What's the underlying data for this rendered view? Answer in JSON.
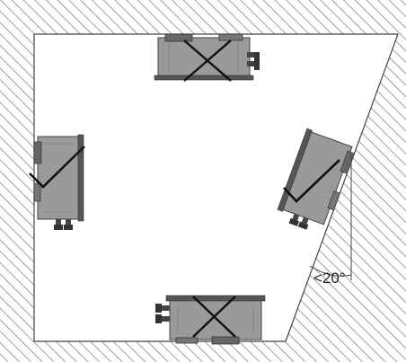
{
  "diagram": {
    "angle_label": "<20°",
    "colors": {
      "hatch": "#777777",
      "wall_border": "#444444",
      "unit_body": "#9a9a9a",
      "unit_dark": "#555555",
      "mark": "#111111"
    },
    "positions": [
      {
        "id": "top",
        "orientation": "upside-down",
        "status": "not-allowed",
        "mark": "cross"
      },
      {
        "id": "left",
        "orientation": "vertical",
        "status": "allowed",
        "mark": "check"
      },
      {
        "id": "right",
        "orientation": "tilted-back",
        "status": "allowed",
        "mark": "check"
      },
      {
        "id": "bottom",
        "orientation": "lying-flat",
        "status": "not-allowed",
        "mark": "cross"
      }
    ]
  }
}
